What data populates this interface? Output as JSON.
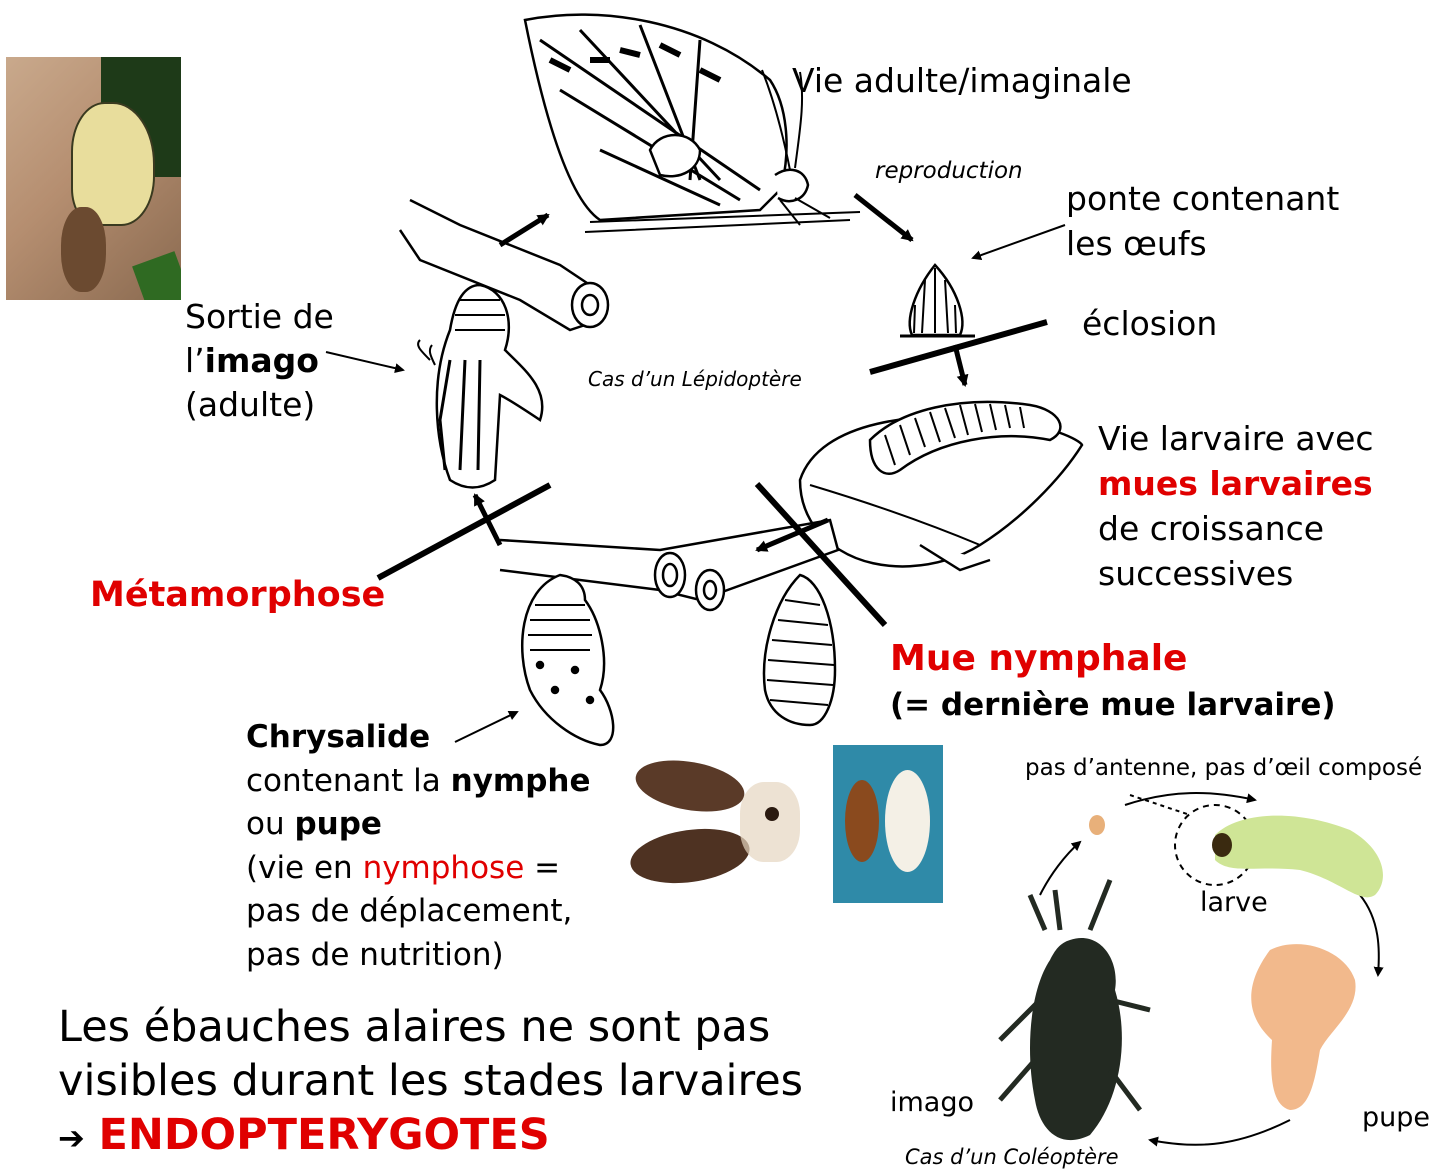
{
  "lepidoptera": {
    "adult_life": "Vie adulte/imaginale",
    "reproduction": "reproduction",
    "egg_laying_1": "ponte contenant",
    "egg_laying_2": "les œufs",
    "hatching": "éclosion",
    "caption": "Cas d’un Lépidoptère",
    "larval_1": "Vie larvaire avec",
    "larval_2": "mues larvaires",
    "larval_3": "de croissance",
    "larval_4": "successives",
    "nymphal_molt": "Mue nymphale",
    "nymphal_molt_note": "(= dernière mue larvaire)",
    "metamorphosis": "Métamorphose",
    "imago_exit_1": "Sortie de",
    "imago_exit_2a": "l’",
    "imago_exit_2b": "imago",
    "imago_exit_3": "(adulte)",
    "chrysalis": "Chrysalide",
    "chrysalis_l2a": "contenant la ",
    "chrysalis_l2b": "nymphe",
    "chrysalis_l3a": "ou ",
    "chrysalis_l3b": "pupe",
    "chrysalis_l4a": "(vie en ",
    "chrysalis_l4b": "nymphose",
    "chrysalis_l4c": " =",
    "chrysalis_l5": "pas de déplacement,",
    "chrysalis_l6": "pas de nutrition)"
  },
  "conclusion": {
    "line1": "Les ébauches alaires ne sont pas",
    "line2": "visibles durant les stades larvaires",
    "arrow": "➔",
    "term": "ENDOPTERYGOTES"
  },
  "coleoptera": {
    "egg_note": "pas d’antenne, pas d’œil composé",
    "larva": "larve",
    "pupa": "pupe",
    "imago": "imago",
    "caption": "Cas d’un Coléoptère"
  },
  "colors": {
    "accent_red": "#e00000",
    "text": "#000000"
  }
}
